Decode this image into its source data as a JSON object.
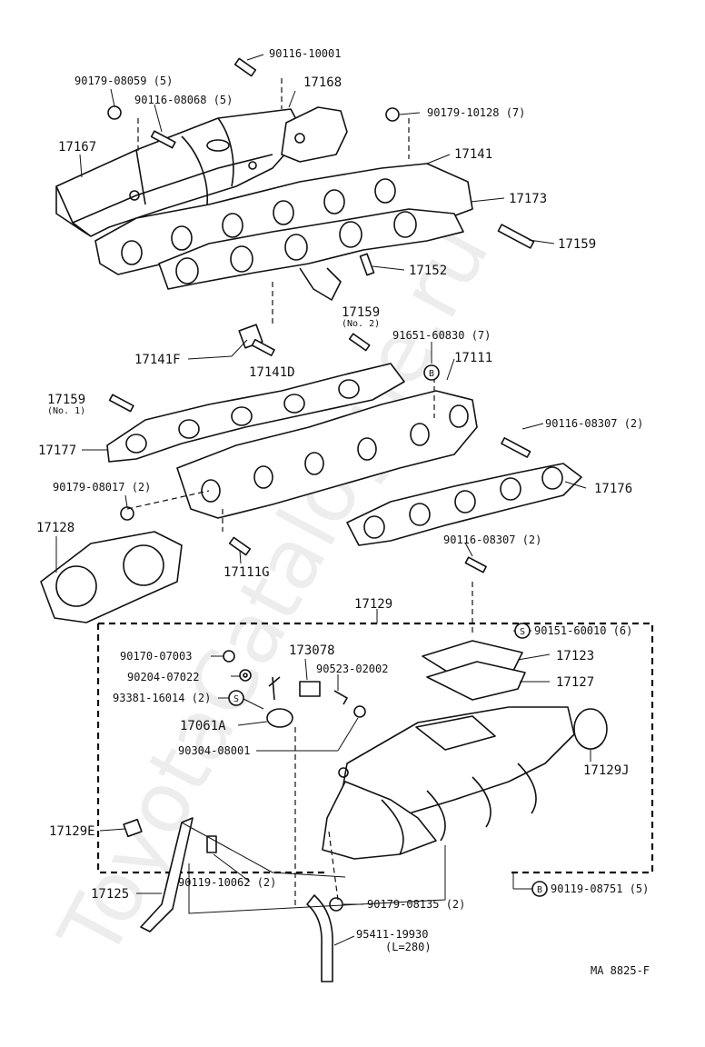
{
  "diagram": {
    "labels": {
      "p90116_10001": "90116-10001",
      "p90179_08059": "90179-08059 (5)",
      "p90116_08068": "90116-08068 (5)",
      "p17168": "17168",
      "p90179_10128": "90179-10128 (7)",
      "p17167": "17167",
      "p17141": "17141",
      "p17173": "17173",
      "p17159_a": "17159",
      "p17152": "17152",
      "p17159_no2": "17159",
      "p17159_no2_sub": "(No. 2)",
      "p17141F": "17141F",
      "p17141D": "17141D",
      "p91651_60830": "91651-60830 (7)",
      "p17111": "17111",
      "p17159_no1": "17159",
      "p17159_no1_sub": "(No. 1)",
      "p90116_08307_a": "90116-08307 (2)",
      "p17177": "17177",
      "p17176": "17176",
      "p90179_08017": "90179-08017 (2)",
      "p17128": "17128",
      "p17111G": "17111G",
      "p90116_08307_b": "90116-08307 (2)",
      "p17129": "17129",
      "p90151_60010": "90151-60010 (6)",
      "p90170_07003": "90170-07003",
      "p173078": "173078",
      "p90523_02002": "90523-02002",
      "p17123": "17123",
      "p90204_07022": "90204-07022",
      "p17127": "17127",
      "p93381_16014": "93381-16014 (2)",
      "p17061A": "17061A",
      "p90304_08001": "90304-08001",
      "p17129J": "17129J",
      "p17129E": "17129E",
      "p17125": "17125",
      "p90119_10062": "90119-10062 (2)",
      "p90179_08135": "90179-08135 (2)",
      "p90119_08751": "90119-08751 (5)",
      "p95411_19930": "95411-19930",
      "p95411_sub": "(L=280)",
      "code": "MA  8825-F"
    },
    "markers": {
      "b1": "B",
      "b2": "B",
      "s1": "S",
      "s2": "S"
    },
    "watermark": "ToyotaCatalogue.ru"
  }
}
